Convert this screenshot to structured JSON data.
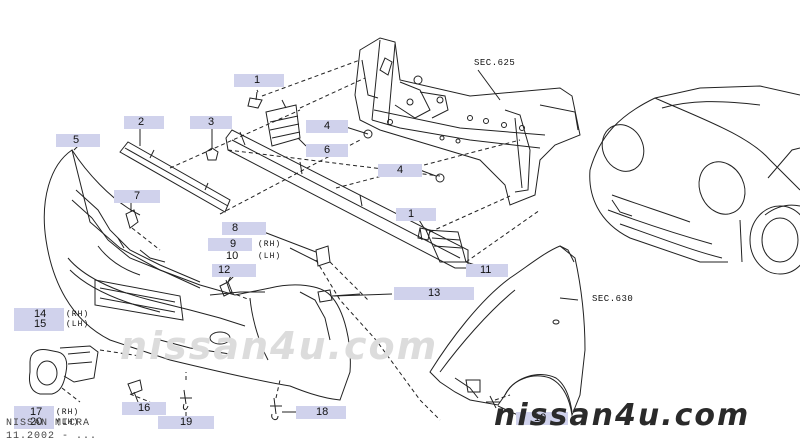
{
  "callouts": {
    "c1a": "1",
    "c2": "2",
    "c3": "3",
    "c5": "5",
    "c4a": "4",
    "c6": "6",
    "c7": "7",
    "c4b": "4",
    "c8": "8",
    "c9": "9",
    "c10": "10",
    "c1b": "1",
    "c11": "11",
    "c12": "12",
    "c13": "13",
    "c14": "14",
    "c15": "15",
    "c16": "16",
    "c17": "17",
    "c20": "20",
    "c19a": "19",
    "c18": "18",
    "c19b": "19"
  },
  "sides": {
    "rh1": "(RH)",
    "lh1": "(LH)",
    "rh2": "(RH)",
    "lh2": "(LH)",
    "rh3": "(RH)",
    "lh3": "(LH)"
  },
  "sections": {
    "sec625": "SEC.625",
    "sec630": "SEC.630"
  },
  "watermark": {
    "center": "nissan4u.com",
    "bottom": "nissan4u.com"
  },
  "footer": {
    "model": "NISSAN MICRA",
    "date": "11.2002 - ..."
  },
  "colors": {
    "callout_bg": "#d0d2ec",
    "line": "#222222",
    "watermark": "#dcdcdc"
  }
}
